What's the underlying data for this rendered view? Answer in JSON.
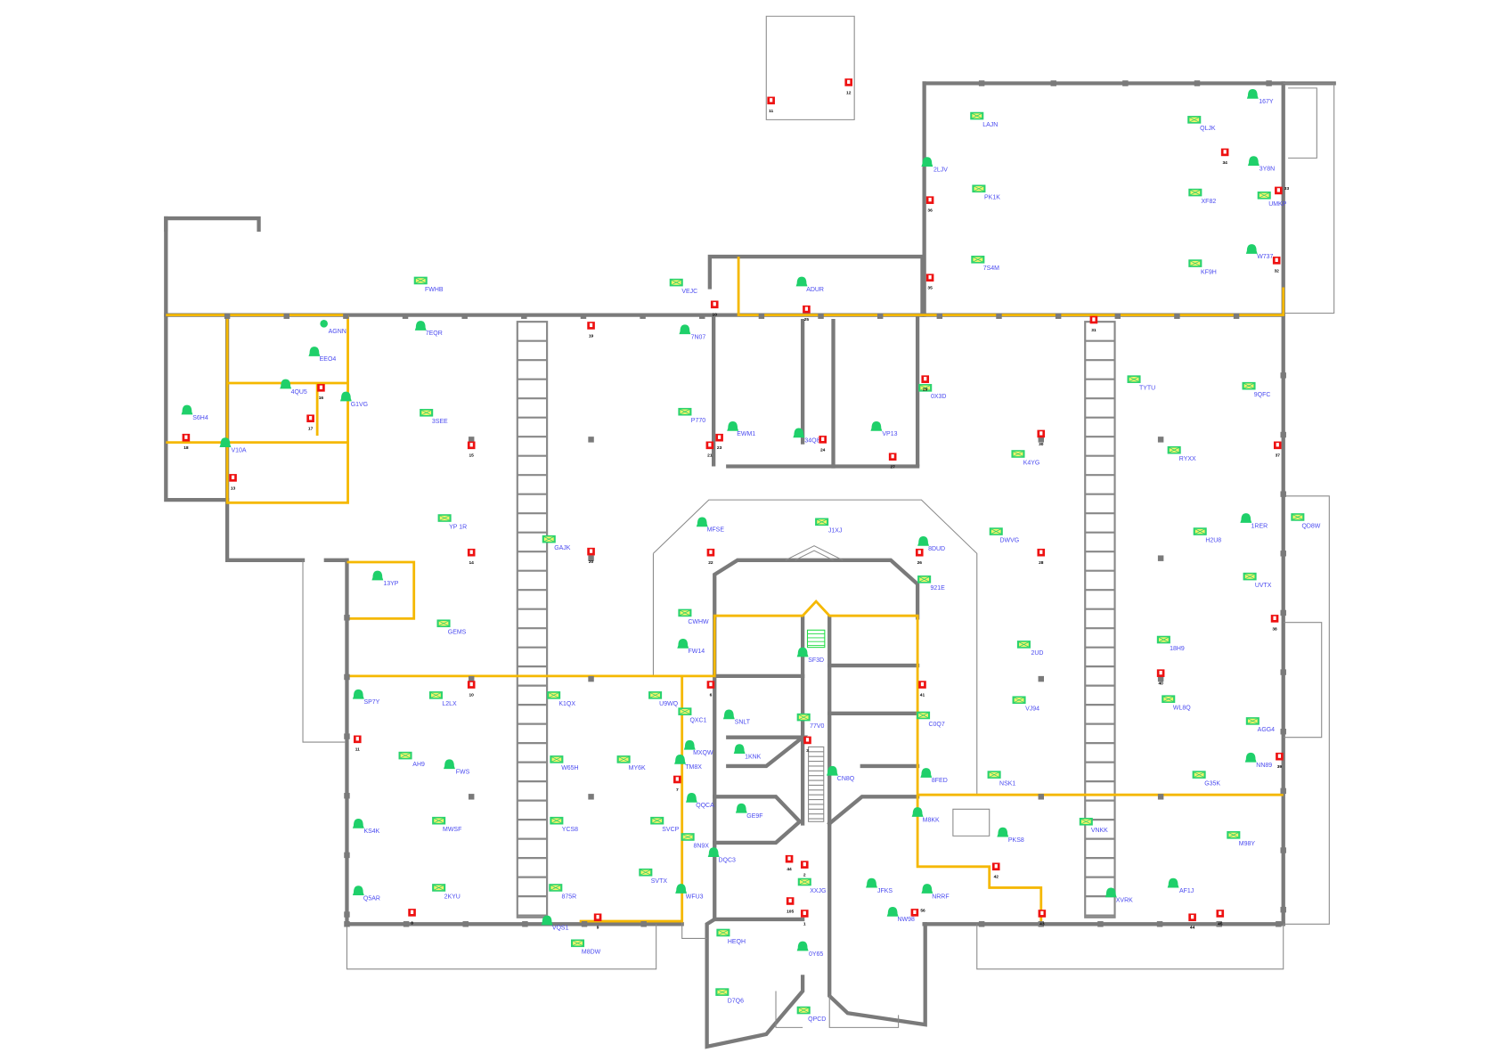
{
  "title": "Floor plan – device layout",
  "colors": {
    "wall": "#7a7a7a",
    "zone": "#f5b800",
    "device": "#1fd06a",
    "label": "#4a4af0",
    "alarm": "#ee1111"
  },
  "devices": [
    {
      "label": "FWHB",
      "type": "access-point"
    },
    {
      "label": "7EQR",
      "type": "camera"
    },
    {
      "label": "AGNN",
      "type": "sensor"
    },
    {
      "label": "EEO4",
      "type": "camera"
    },
    {
      "label": "4QU5",
      "type": "camera"
    },
    {
      "label": "G1VG",
      "type": "camera"
    },
    {
      "label": "S6H4",
      "type": "camera"
    },
    {
      "label": "V10A",
      "type": "camera"
    },
    {
      "label": "3SEE",
      "type": "access-point"
    },
    {
      "label": "YP 1R",
      "type": "access-point"
    },
    {
      "label": "GAJK",
      "type": "access-point"
    },
    {
      "label": "13YP",
      "type": "camera"
    },
    {
      "label": "GEMS",
      "type": "access-point"
    },
    {
      "label": "VEJC",
      "type": "access-point"
    },
    {
      "label": "7N07",
      "type": "camera"
    },
    {
      "label": "ADUR",
      "type": "camera"
    },
    {
      "label": "P770",
      "type": "access-point"
    },
    {
      "label": "EWM1",
      "type": "camera"
    },
    {
      "label": "34Q8",
      "type": "camera"
    },
    {
      "label": "VP13",
      "type": "camera"
    },
    {
      "label": "LAJN",
      "type": "access-point"
    },
    {
      "label": "QLJK",
      "type": "access-point"
    },
    {
      "label": "167Y",
      "type": "camera"
    },
    {
      "label": "2LJV",
      "type": "camera"
    },
    {
      "label": "PK1K",
      "type": "access-point"
    },
    {
      "label": "XF82",
      "type": "access-point"
    },
    {
      "label": "3Y8N",
      "type": "camera"
    },
    {
      "label": "UMKP",
      "type": "access-point"
    },
    {
      "label": "7S4M",
      "type": "access-point"
    },
    {
      "label": "KF9H",
      "type": "access-point"
    },
    {
      "label": "W737",
      "type": "camera"
    },
    {
      "label": "0X3D",
      "type": "access-point"
    },
    {
      "label": "TYTU",
      "type": "access-point"
    },
    {
      "label": "9QFC",
      "type": "access-point"
    },
    {
      "label": "K4YG",
      "type": "access-point"
    },
    {
      "label": "RYXX",
      "type": "access-point"
    },
    {
      "label": "MFSE",
      "type": "camera"
    },
    {
      "label": "J1XJ",
      "type": "access-point"
    },
    {
      "label": "8DUD",
      "type": "camera"
    },
    {
      "label": "DWVG",
      "type": "access-point"
    },
    {
      "label": "H2U8",
      "type": "access-point"
    },
    {
      "label": "1RER",
      "type": "camera"
    },
    {
      "label": "QD8W",
      "type": "access-point"
    },
    {
      "label": "921E",
      "type": "access-point"
    },
    {
      "label": "UVTX",
      "type": "access-point"
    },
    {
      "label": "CWHW",
      "type": "access-point"
    },
    {
      "label": "FW14",
      "type": "camera"
    },
    {
      "label": "SF3D",
      "type": "camera"
    },
    {
      "label": "2UD",
      "type": "access-point"
    },
    {
      "label": "18H9",
      "type": "access-point"
    },
    {
      "label": "SP7Y",
      "type": "camera"
    },
    {
      "label": "L2LX",
      "type": "access-point"
    },
    {
      "label": "K1QX",
      "type": "access-point"
    },
    {
      "label": "U9WQ",
      "type": "access-point"
    },
    {
      "label": "QXC1",
      "type": "access-point"
    },
    {
      "label": "SNLT",
      "type": "camera"
    },
    {
      "label": "77V0",
      "type": "access-point"
    },
    {
      "label": "C0Q7",
      "type": "access-point"
    },
    {
      "label": "VJ94",
      "type": "access-point"
    },
    {
      "label": "WL8Q",
      "type": "access-point"
    },
    {
      "label": "AGG4",
      "type": "access-point"
    },
    {
      "label": "MXQW",
      "type": "camera"
    },
    {
      "label": "1KNK",
      "type": "camera"
    },
    {
      "label": "AH9",
      "type": "access-point"
    },
    {
      "label": "FWS",
      "type": "camera"
    },
    {
      "label": "W65H",
      "type": "access-point"
    },
    {
      "label": "MY6K",
      "type": "access-point"
    },
    {
      "label": "TM8X",
      "type": "camera"
    },
    {
      "label": "NSK1",
      "type": "access-point"
    },
    {
      "label": "8FED",
      "type": "camera"
    },
    {
      "label": "CN8Q",
      "type": "camera"
    },
    {
      "label": "G35K",
      "type": "access-point"
    },
    {
      "label": "NN89",
      "type": "camera"
    },
    {
      "label": "QQCA",
      "type": "camera"
    },
    {
      "label": "GE9F",
      "type": "camera"
    },
    {
      "label": "M8KK",
      "type": "camera"
    },
    {
      "label": "KS4K",
      "type": "camera"
    },
    {
      "label": "MWSF",
      "type": "access-point"
    },
    {
      "label": "YCS8",
      "type": "access-point"
    },
    {
      "label": "SVCP",
      "type": "access-point"
    },
    {
      "label": "8N9X",
      "type": "access-point"
    },
    {
      "label": "PKS8",
      "type": "camera"
    },
    {
      "label": "VNKK",
      "type": "access-point"
    },
    {
      "label": "M98Y",
      "type": "access-point"
    },
    {
      "label": "DQC3",
      "type": "camera"
    },
    {
      "label": "XXJG",
      "type": "access-point"
    },
    {
      "label": "JFKS",
      "type": "camera"
    },
    {
      "label": "SVTX",
      "type": "access-point"
    },
    {
      "label": "AF1J",
      "type": "camera"
    },
    {
      "label": "Q5AR",
      "type": "camera"
    },
    {
      "label": "2KYU",
      "type": "access-point"
    },
    {
      "label": "875R",
      "type": "access-point"
    },
    {
      "label": "WFU3",
      "type": "camera"
    },
    {
      "label": "NRRF",
      "type": "camera"
    },
    {
      "label": "XVRK",
      "type": "camera"
    },
    {
      "label": "VQS1",
      "type": "camera"
    },
    {
      "label": "M8DW",
      "type": "access-point"
    },
    {
      "label": "NW98",
      "type": "camera"
    },
    {
      "label": "HEQH",
      "type": "access-point"
    },
    {
      "label": "0Y65",
      "type": "camera"
    },
    {
      "label": "D7Q6",
      "type": "access-point"
    },
    {
      "label": "QPCD",
      "type": "access-point"
    }
  ],
  "alarms": [
    "19",
    "15",
    "16",
    "17",
    "18",
    "13",
    "14",
    "20",
    "22",
    "10",
    "25",
    "23",
    "21",
    "24",
    "27",
    "29",
    "36",
    "35",
    "34",
    "33",
    "32",
    "31",
    "30",
    "37",
    "26",
    "28",
    "38",
    "40",
    "41",
    "6",
    "10",
    "11",
    "7",
    "3",
    "42",
    "43",
    "44",
    "45",
    "39",
    "8",
    "9",
    "44",
    "2",
    "105",
    "1",
    "56",
    "11",
    "12"
  ]
}
